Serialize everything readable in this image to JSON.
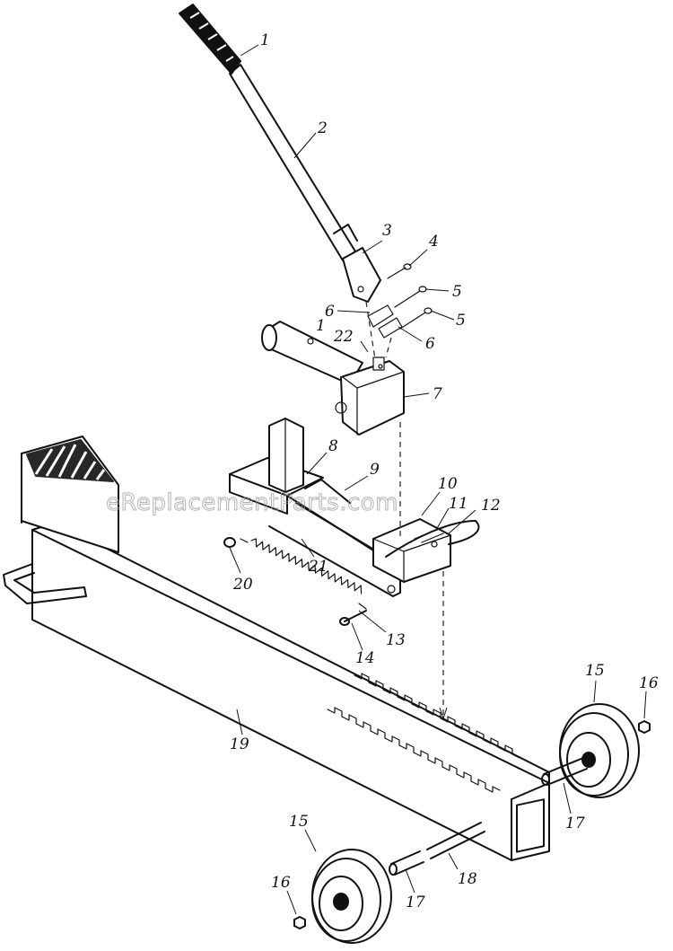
{
  "watermark": "eReplacementParts.com",
  "callouts": {
    "c1": "1",
    "c2": "2",
    "c3": "3",
    "c4": "4",
    "c5a": "5",
    "c5b": "5",
    "c6a": "6",
    "c6b": "6",
    "c7": "7",
    "c8": "8",
    "c9": "9",
    "c10": "10",
    "c11": "11",
    "c12": "12",
    "c13": "13",
    "c14": "14",
    "c15a": "15",
    "c15b": "15",
    "c16a": "16",
    "c16b": "16",
    "c17a": "17",
    "c17b": "17",
    "c18": "18",
    "c19": "19",
    "c20": "20",
    "c21": "21",
    "c22": "22",
    "c1b": "1"
  }
}
